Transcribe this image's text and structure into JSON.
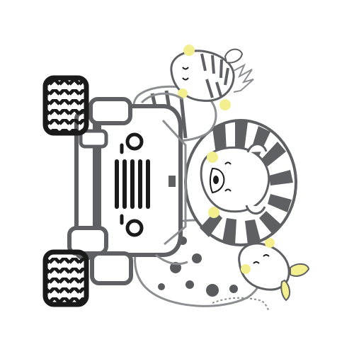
{
  "colors": {
    "background": "#ffffff",
    "outline": "#1a1a1a",
    "embroidery_gray": "#5f6063",
    "light_gray": "#8b8d90",
    "cheek_yellow": "#f3ef8f",
    "giraffe_spot": "#5a5b5e"
  },
  "scene": {
    "characters": [
      "zebra",
      "lion",
      "giraffe"
    ],
    "vehicle": "jeep"
  }
}
